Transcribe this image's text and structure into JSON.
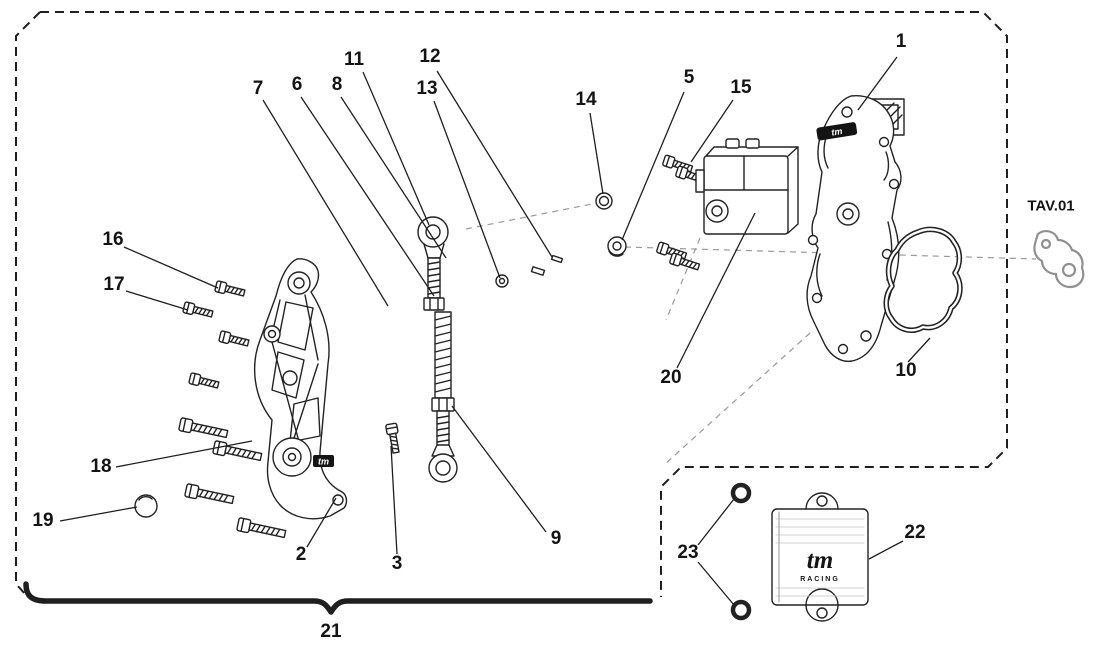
{
  "diagram": {
    "tav_code": "TAV.01",
    "parts": {
      "p1": "1",
      "p2": "2",
      "p3": "3",
      "p5": "5",
      "p6": "6",
      "p7": "7",
      "p8": "8",
      "p9": "9",
      "p10": "10",
      "p11": "11",
      "p12": "12",
      "p13": "13",
      "p14": "14",
      "p15": "15",
      "p16": "16",
      "p17": "17",
      "p18": "18",
      "p19": "19",
      "p20": "20",
      "p21": "21",
      "p22": "22",
      "p23": "23"
    },
    "logo": {
      "tm": "tm",
      "racing": "RACING"
    }
  }
}
